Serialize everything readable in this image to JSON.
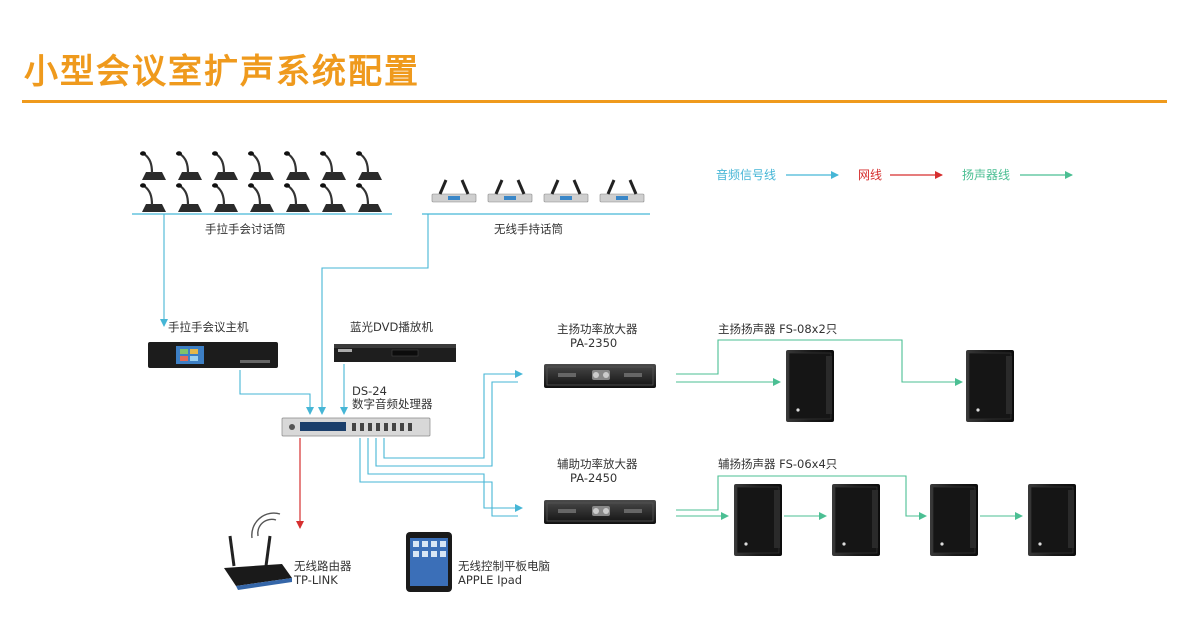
{
  "title": "小型会议室扩声系统配置",
  "legend": {
    "audio": {
      "label": "音频信号线",
      "color": "#46b6d6"
    },
    "network": {
      "label": "网线",
      "color": "#d62f2f"
    },
    "speaker": {
      "label": "扬声器线",
      "color": "#4bbf93"
    }
  },
  "devices": {
    "gooseneck_mics": {
      "label": "手拉手会讨话筒"
    },
    "wireless_mics": {
      "label": "无线手持话筒"
    },
    "conference_host": {
      "label": "手拉手会议主机"
    },
    "dvd": {
      "label": "蓝光DVD播放机"
    },
    "processor": {
      "label1": "DS-24",
      "label2": "数字音频处理器"
    },
    "main_amp": {
      "label1": "主扬功率放大器",
      "label2": "PA-2350"
    },
    "aux_amp": {
      "label1": "辅助功率放大器",
      "label2": "PA-2450"
    },
    "main_speakers": {
      "label": "主扬扬声器 FS-08x2只"
    },
    "aux_speakers": {
      "label": "辅扬扬声器 FS-06x4只"
    },
    "router": {
      "label1": "无线路由器",
      "label2": "TP-LINK"
    },
    "ipad": {
      "label1": "无线控制平板电脑",
      "label2": "APPLE Ipad"
    }
  }
}
